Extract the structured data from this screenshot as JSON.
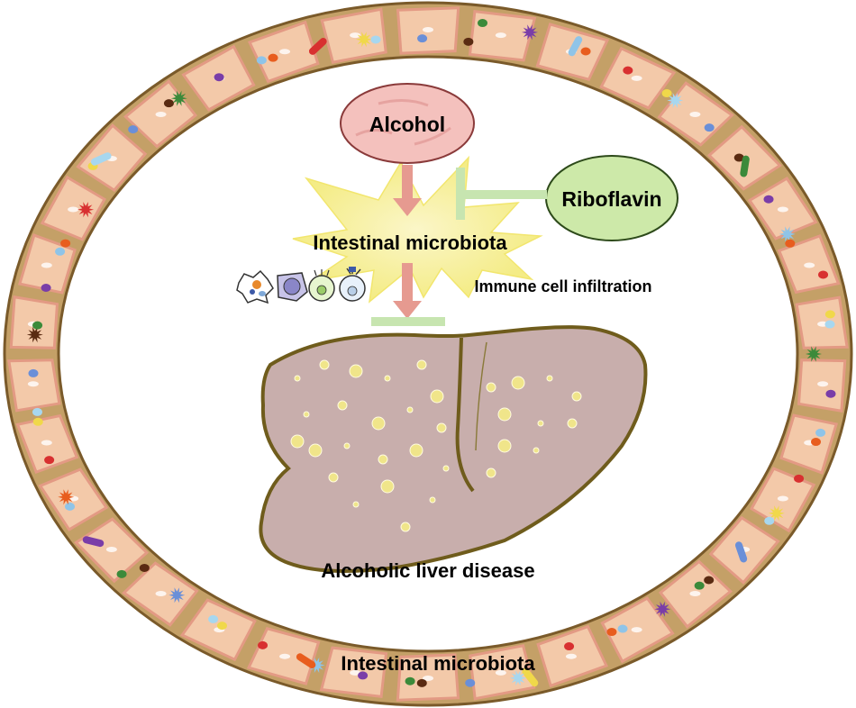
{
  "labels": {
    "alcohol": "Alcohol",
    "riboflavin": "Riboflavin",
    "center_microbiota": "Intestinal microbiota",
    "immune": "Immune cell infiltration",
    "disease": "Alcoholic liver disease",
    "ring_microbiota": "Intestinal microbiota"
  },
  "colors": {
    "ring_band": "#c4a067",
    "ring_outline": "#7a5a2a",
    "epithelium": "#f3c9a9",
    "epithelium_dark": "#e39a84",
    "alcohol_fill": "#f4c1bd",
    "riboflavin_fill": "#cde9a9",
    "burst": "#f7f09a",
    "arrow": "#e69a90",
    "inhibit": "#c7e5b0",
    "liver": "#c8aeac",
    "liver_outline": "#6f5c1c",
    "gallbladder": "#4d6b1e",
    "fat": "#f0e58a"
  },
  "icons": [
    "macrophage-icon",
    "lymphocyte-icon",
    "neutrophil-icon",
    "dendritic-cell-icon"
  ]
}
